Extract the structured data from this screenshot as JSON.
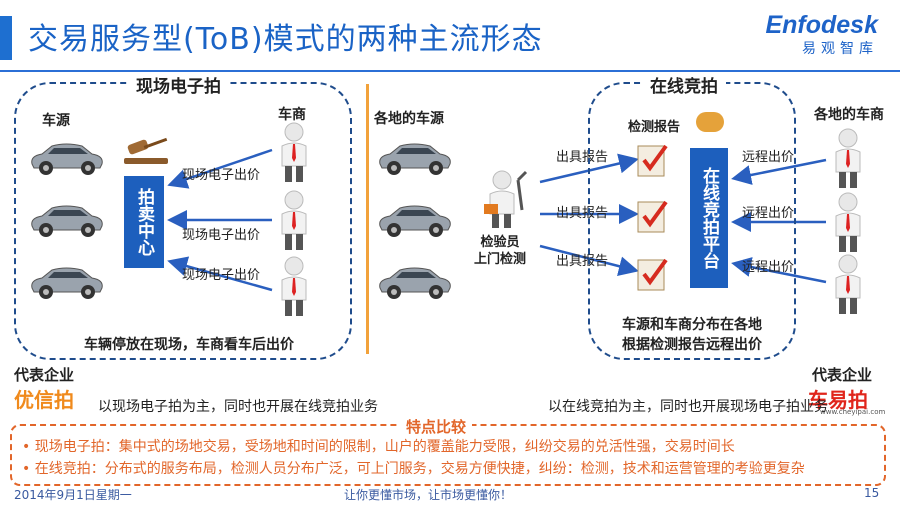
{
  "title": "交易服务型(ToB)模式的两种主流形态",
  "logo": {
    "brand": "Enfodesk",
    "sub": "易观智库"
  },
  "left_section": {
    "label": "现场电子拍",
    "car_source": "车源",
    "dealer": "车商",
    "center_box": "拍卖中心",
    "bids": [
      "现场电子出价",
      "现场电子出价",
      "现场电子出价"
    ],
    "caption": "车辆停放在现场，车商看车后出价"
  },
  "middle_section": {
    "car_source": "各地的车源",
    "inspector": "检验员\n上门检测",
    "reports": [
      "出具报告",
      "出具报告",
      "出具报告"
    ]
  },
  "right_section": {
    "label": "在线竞拍",
    "report_label": "检测报告",
    "dealer": "各地的车商",
    "center_box": "在线竞拍平台",
    "bids": [
      "远程出价",
      "远程出价",
      "远程出价"
    ],
    "caption_line1": "车源和车商分布在各地",
    "caption_line2": "根据检测报告远程出价"
  },
  "representatives": {
    "left_label": "代表企业",
    "left_brand": "优信拍",
    "left_desc": "以现场电子拍为主，同时也开展在线竞拍业务",
    "right_label": "代表企业",
    "right_brand": "车易拍",
    "right_url": "www.cheyipai.com",
    "right_desc": "以在线竞拍为主，同时也开展现场电子拍业务"
  },
  "comparison": {
    "title": "特点比较",
    "line1": "• 现场电子拍：集中式的场地交易，受场地和时间的限制，山户的覆盖能力受限，纠纷交易的兑活性强，交易时间长",
    "line2": "• 在线竞拍：分布式的服务布局，检测人员分布广泛，可上门服务，交易方便快捷，纠纷：检测，技术和运营管理的考验更复杂"
  },
  "footer": {
    "date": "2014年9月1日星期一",
    "slogan": "让你更懂市场，让市场更懂你！",
    "page": "15"
  }
}
